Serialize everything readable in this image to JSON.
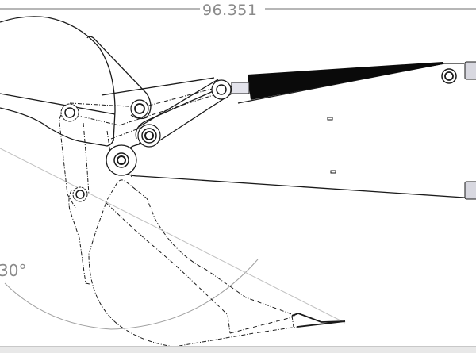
{
  "drawing": {
    "type": "CAD technical drawing - loader bucket linkage side view",
    "dimension_label": "96.351",
    "angle_label": "30°",
    "colors": {
      "line": "#1a1a1a",
      "dimension": "#8a8a8a",
      "cylinder": "#0a0a0a",
      "mount_block": "#d8d8e0",
      "background": "#ffffff"
    },
    "components": [
      {
        "name": "hydraulic-cylinder",
        "style": "solid black tapered"
      },
      {
        "name": "upper-link-arm"
      },
      {
        "name": "lower-link-arm"
      },
      {
        "name": "bucket",
        "style": "hidden dashed lines"
      },
      {
        "name": "pivot-pins",
        "count": 7
      },
      {
        "name": "frame-mount-blocks",
        "count": 2
      }
    ]
  }
}
